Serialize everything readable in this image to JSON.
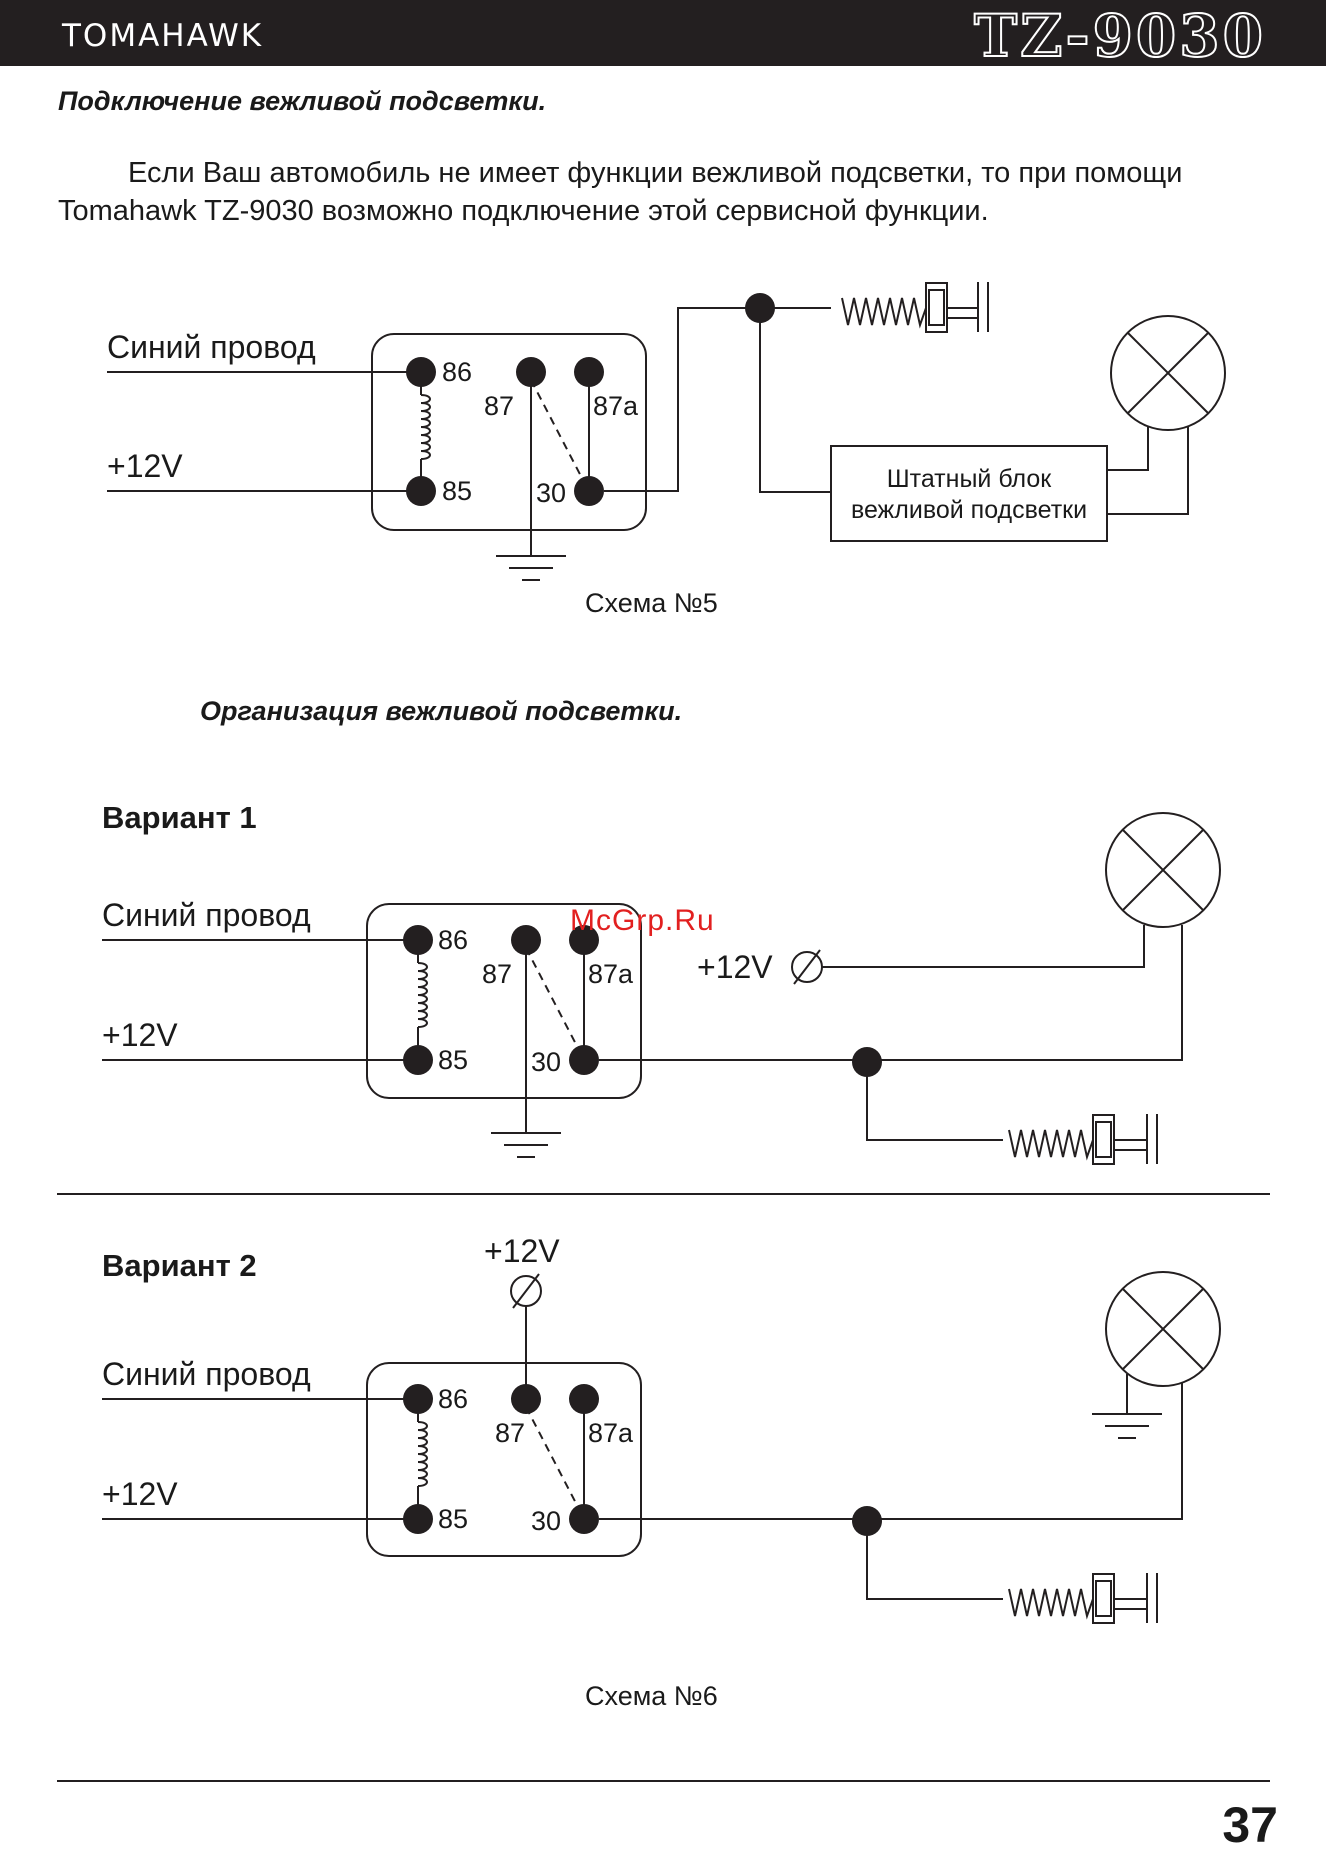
{
  "header": {
    "brand": "TOMAHAWK",
    "model": "TZ-9030"
  },
  "section1": {
    "title": "Подключение вежливой подсветки.",
    "paragraph": "Если Ваш автомобиль не имеет функции вежливой подсветки, то при помощи Tomahawk TZ-9030 возможно подключение этой сервисной функции."
  },
  "relay": {
    "pin86": "86",
    "pin85": "85",
    "pin87": "87",
    "pin87a": "87a",
    "pin30": "30"
  },
  "labels": {
    "blue_wire": "Синий провод",
    "plus12": "+12V"
  },
  "diagram5": {
    "unit_line1": "Штатный блок",
    "unit_line2": "вежливой подсветки",
    "caption": "Схема №5"
  },
  "section2": {
    "title": "Организация вежливой подсветки."
  },
  "variant1": {
    "title": "Вариант 1"
  },
  "variant2": {
    "title": "Вариант 2"
  },
  "diagram6": {
    "caption": "Схема №6"
  },
  "watermark": "McGrp.Ru",
  "page_number": "37",
  "colors": {
    "ink": "#231f20",
    "watermark": "#e22020"
  }
}
